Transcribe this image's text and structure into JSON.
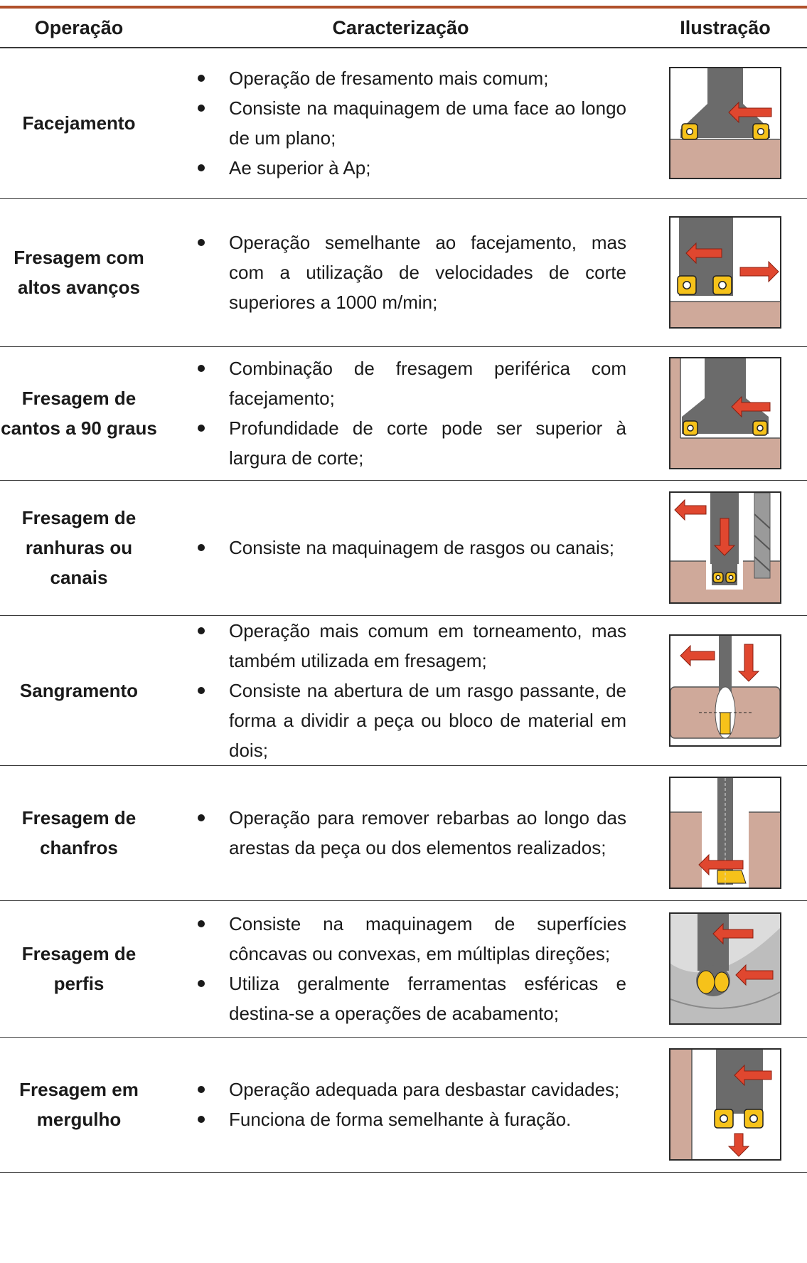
{
  "headers": {
    "operation": "Operação",
    "characterization": "Caracterização",
    "illustration": "Ilustração"
  },
  "colors": {
    "accent_rule": "#b0502a",
    "tool_gray": "#6b6b6b",
    "workpiece": "#cfa99a",
    "arrow_red": "#e0472f",
    "insert_yellow": "#f6c21a"
  },
  "rows": [
    {
      "operation": "Facejamento",
      "items": [
        "Operação de fresamento mais comum;",
        "Consiste na maquinagem de uma face ao longo de um plano;",
        "Ae superior à Ap;"
      ],
      "icon": "face-milling-icon"
    },
    {
      "operation": "Fresagem com altos avanços",
      "items": [
        "Operação semelhante ao facejamento, mas com a utilização de velocidades de corte superiores a 1000 m/min;"
      ],
      "icon": "high-feed-milling-icon"
    },
    {
      "operation": "Fresagem de cantos a 90 graus",
      "items": [
        "Combinação de fresagem periférica com facejamento;",
        "Profundidade de corte pode ser superior à largura de corte;"
      ],
      "icon": "square-shoulder-milling-icon"
    },
    {
      "operation": "Fresagem de ranhuras ou canais",
      "items": [
        "Consiste na maquinagem de rasgos ou canais;"
      ],
      "icon": "slot-milling-icon"
    },
    {
      "operation": "Sangramento",
      "items": [
        "Operação mais comum em torneamento, mas também utilizada em fresagem;",
        "Consiste na abertura de um rasgo passante, de forma a dividir a peça ou bloco de material em dois;"
      ],
      "icon": "parting-off-icon"
    },
    {
      "operation": "Fresagem de chanfros",
      "items": [
        "Operação para remover rebarbas ao longo das arestas da peça ou dos elementos realizados;"
      ],
      "icon": "chamfer-milling-icon"
    },
    {
      "operation": "Fresagem de perfis",
      "items": [
        "Consiste na maquinagem de superfícies côncavas ou convexas, em múltiplas direções;",
        "Utiliza geralmente ferramentas esféricas e destina-se a operações de acabamento;"
      ],
      "icon": "profile-milling-icon"
    },
    {
      "operation": "Fresagem em mergulho",
      "items": [
        "Operação adequada para desbastar cavidades;",
        "Funciona de forma semelhante à furação."
      ],
      "icon": "plunge-milling-icon"
    }
  ]
}
